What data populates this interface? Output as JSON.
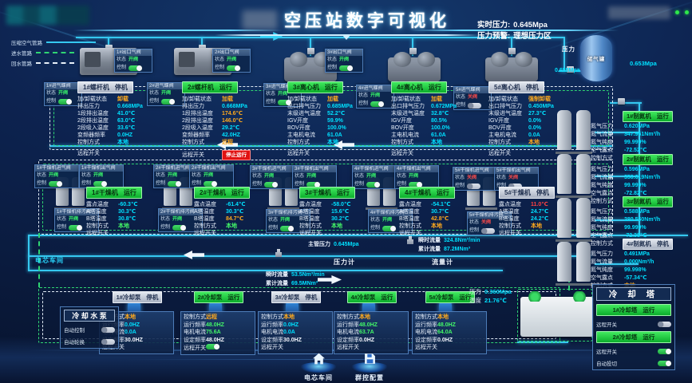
{
  "header": {
    "title": "空压站数字可视化",
    "stats": [
      {
        "label": "实时压力:",
        "value": "0.645Mpa"
      },
      {
        "label": "压力预警:",
        "value": "理想压力区"
      }
    ]
  },
  "legend": [
    {
      "label": "压缩空气管路"
    },
    {
      "label": "进水管路"
    },
    {
      "label": "回水管路"
    }
  ],
  "common": {
    "state_label": "状态",
    "control_label": "控制",
    "open_text": "开阀",
    "closed_text": "关阀",
    "remote_switch": "远程开关"
  },
  "compressors": [
    {
      "name": "1#螺杆机",
      "status": "停机",
      "running": false,
      "rows": [
        {
          "l": "加/卸载状态",
          "v": "卸载",
          "c": "orange"
        },
        {
          "l": "排出压力",
          "v": "0.668MPa",
          "c": "cyan"
        },
        {
          "l": "1段排出温度",
          "v": "41.0℃",
          "c": "cyan"
        },
        {
          "l": "2段排出温度",
          "v": "63.0℃",
          "c": "cyan"
        },
        {
          "l": "2段吸入温度",
          "v": "33.6℃",
          "c": "cyan"
        },
        {
          "l": "变频器频率",
          "v": "0.0HZ",
          "c": "cyan"
        },
        {
          "l": "控制方式",
          "v": "本地",
          "c": "cyan"
        }
      ]
    },
    {
      "name": "2#螺杆机",
      "status": "运行",
      "running": true,
      "stop_button": "停止运行",
      "rows": [
        {
          "l": "加/卸载状态",
          "v": "加载",
          "c": "orange"
        },
        {
          "l": "排出压力",
          "v": "0.668MPa",
          "c": "cyan"
        },
        {
          "l": "1段排出温度",
          "v": "174.6℃",
          "c": "orange"
        },
        {
          "l": "2段排出温度",
          "v": "146.0℃",
          "c": "orange"
        },
        {
          "l": "2段吸入温度",
          "v": "29.2℃",
          "c": "cyan"
        },
        {
          "l": "变频器频率",
          "v": "42.0HZ",
          "c": "cyan"
        },
        {
          "l": "控制方式",
          "v": "远程",
          "c": "orange"
        }
      ]
    },
    {
      "name": "3#离心机",
      "status": "运行",
      "running": true,
      "rows": [
        {
          "l": "加/卸载状态",
          "v": "加载",
          "c": "orange"
        },
        {
          "l": "出口排气压力",
          "v": "0.685MPa",
          "c": "cyan"
        },
        {
          "l": "末级进气温度",
          "v": "52.2℃",
          "c": "cyan"
        },
        {
          "l": "IGV开度",
          "v": "59.9%",
          "c": "cyan"
        },
        {
          "l": "BOV开度",
          "v": "100.0%",
          "c": "cyan"
        },
        {
          "l": "主电机电流",
          "v": "61.0A",
          "c": "cyan"
        },
        {
          "l": "控制方式",
          "v": "本地",
          "c": "cyan"
        }
      ]
    },
    {
      "name": "4#离心机",
      "status": "运行",
      "running": true,
      "rows": [
        {
          "l": "加/卸载状态",
          "v": "加载",
          "c": "orange"
        },
        {
          "l": "出口排气压力",
          "v": "0.672MPa",
          "c": "cyan"
        },
        {
          "l": "末级进气温度",
          "v": "32.8℃",
          "c": "cyan"
        },
        {
          "l": "IGV开度",
          "v": "80.5%",
          "c": "cyan"
        },
        {
          "l": "BOV开度",
          "v": "100.0%",
          "c": "cyan"
        },
        {
          "l": "主电机电流",
          "v": "61.0A",
          "c": "cyan"
        },
        {
          "l": "控制方式",
          "v": "本地",
          "c": "cyan"
        }
      ]
    },
    {
      "name": "5#离心机",
      "status": "停机",
      "running": false,
      "rows": [
        {
          "l": "加/卸载状态",
          "v": "强制卸载",
          "c": "orange"
        },
        {
          "l": "出口排气压力",
          "v": "0.450MPa",
          "c": "cyan"
        },
        {
          "l": "末级进气温度",
          "v": "27.3℃",
          "c": "cyan"
        },
        {
          "l": "IGV开度",
          "v": "0.0%",
          "c": "cyan"
        },
        {
          "l": "BOV开度",
          "v": "0.0%",
          "c": "cyan"
        },
        {
          "l": "主电机电流",
          "v": "0.0A",
          "c": "cyan"
        },
        {
          "l": "控制方式",
          "v": "本地",
          "c": "orange"
        }
      ]
    }
  ],
  "top_valves": [
    {
      "name": "1#进气蝶阀",
      "open": true
    },
    {
      "name": "1#出口气阀",
      "open": true
    },
    {
      "name": "2#进气蝶阀",
      "open": true
    },
    {
      "name": "2#出口气阀",
      "open": true
    },
    {
      "name": "3#进气蝶阀",
      "open": true
    },
    {
      "name": "3#出口气阀",
      "open": true
    },
    {
      "name": "4#进气蝶阀",
      "open": true
    },
    {
      "name": "5#进气蝶阀",
      "open": false
    }
  ],
  "dryers": [
    {
      "name": "1#干燥机",
      "status": "运行",
      "running": true,
      "rows": [
        {
          "l": "露点温度",
          "v": "-60.3℃",
          "c": "cyan"
        },
        {
          "l": "A塔温度",
          "v": "30.3℃",
          "c": "cyan"
        },
        {
          "l": "B塔温度",
          "v": "30.8℃",
          "c": "cyan"
        },
        {
          "l": "控制方式",
          "v": "本地",
          "c": "green"
        }
      ]
    },
    {
      "name": "2#干燥机",
      "status": "运行",
      "running": true,
      "rows": [
        {
          "l": "露点温度",
          "v": "-61.4℃",
          "c": "cyan"
        },
        {
          "l": "A塔温度",
          "v": "30.3℃",
          "c": "cyan"
        },
        {
          "l": "B塔温度",
          "v": "84.7℃",
          "c": "orange"
        },
        {
          "l": "控制方式",
          "v": "本地",
          "c": "green"
        }
      ]
    },
    {
      "name": "3#干燥机",
      "status": "运行",
      "running": true,
      "rows": [
        {
          "l": "露点温度",
          "v": "-58.0℃",
          "c": "cyan"
        },
        {
          "l": "A塔温度",
          "v": "15.6℃",
          "c": "cyan"
        },
        {
          "l": "B塔温度",
          "v": "30.2℃",
          "c": "cyan"
        },
        {
          "l": "控制方式",
          "v": "本地",
          "c": "green"
        }
      ]
    },
    {
      "name": "4#干燥机",
      "status": "运行",
      "running": true,
      "rows": [
        {
          "l": "露点温度",
          "v": "-54.1℃",
          "c": "cyan"
        },
        {
          "l": "A塔温度",
          "v": "30.7℃",
          "c": "cyan"
        },
        {
          "l": "B塔温度",
          "v": "42.8℃",
          "c": "orange"
        },
        {
          "l": "控制方式",
          "v": "本地",
          "c": "orange"
        }
      ]
    },
    {
      "name": "5#干燥机",
      "status": "停机",
      "running": false,
      "rows": [
        {
          "l": "露点温度",
          "v": "11.0℃",
          "c": "red"
        },
        {
          "l": "A塔温度",
          "v": "24.7℃",
          "c": "cyan"
        },
        {
          "l": "B塔温度",
          "v": "24.2℃",
          "c": "cyan"
        },
        {
          "l": "控制方式",
          "v": "本地",
          "c": "orange"
        }
      ]
    }
  ],
  "dryer_valves": [
    {
      "name": "1#干燥机进气阀",
      "open": true
    },
    {
      "name": "1#干燥机出气阀",
      "open": true
    },
    {
      "name": "1#干燥机排污阀",
      "open": true
    },
    {
      "name": "2#干燥机进气阀",
      "open": true
    },
    {
      "name": "2#干燥机出气阀",
      "open": true
    },
    {
      "name": "2#干燥机排污阀",
      "open": true
    },
    {
      "name": "3#干燥机进气阀",
      "open": true
    },
    {
      "name": "3#干燥机出气阀",
      "open": true
    },
    {
      "name": "3#干燥机排污阀",
      "open": true
    },
    {
      "name": "4#干燥机进气阀",
      "open": true
    },
    {
      "name": "4#干燥机出气阀",
      "open": true
    },
    {
      "name": "4#干燥机排污阀",
      "open": true
    },
    {
      "name": "5#干燥机进气阀",
      "open": false
    },
    {
      "name": "5#干燥机出气阀",
      "open": false
    },
    {
      "name": "5#干燥机排污阀",
      "open": false
    }
  ],
  "nitrogen": [
    {
      "name": "1#制氮机",
      "status": "运行",
      "running": true,
      "rows": [
        {
          "l": "氮气压力",
          "v": "0.620MPa",
          "c": "cyan"
        },
        {
          "l": "氮气流量",
          "v": "347.961Nm³/h",
          "c": "cyan"
        },
        {
          "l": "氮气纯度",
          "v": "99.999%",
          "c": "cyan"
        },
        {
          "l": "空气露点",
          "v": "-72.52℃",
          "c": "cyan"
        },
        {
          "l": "控制方式",
          "v": "本地",
          "c": "orange"
        }
      ]
    },
    {
      "name": "2#制氮机",
      "status": "运行",
      "running": true,
      "rows": [
        {
          "l": "氮气压力",
          "v": "0.596MPa",
          "c": "cyan"
        },
        {
          "l": "氮气流量",
          "v": "350.619Nm³/h",
          "c": "cyan"
        },
        {
          "l": "氮气纯度",
          "v": "99.999%",
          "c": "cyan"
        },
        {
          "l": "空气露点",
          "v": "-72.82℃",
          "c": "cyan"
        },
        {
          "l": "控制方式",
          "v": "本地",
          "c": "orange"
        }
      ]
    },
    {
      "name": "3#制氮机",
      "status": "运行",
      "running": true,
      "rows": [
        {
          "l": "氮气压力",
          "v": "0.588MPa",
          "c": "cyan"
        },
        {
          "l": "氮气流量",
          "v": "280.550Nm³/h",
          "c": "cyan"
        },
        {
          "l": "氮气纯度",
          "v": "99.999%",
          "c": "cyan"
        },
        {
          "l": "空气露点",
          "v": "-72.38℃",
          "c": "cyan"
        },
        {
          "l": "控制方式",
          "v": "本地",
          "c": "orange"
        }
      ]
    },
    {
      "name": "4#制氮机",
      "status": "停机",
      "running": false,
      "rows": [
        {
          "l": "氮气压力",
          "v": "0.491MPa",
          "c": "cyan"
        },
        {
          "l": "氮气流量",
          "v": "0.000Nm³/h",
          "c": "cyan"
        },
        {
          "l": "氮气纯度",
          "v": "99.998%",
          "c": "cyan"
        },
        {
          "l": "空气露点",
          "v": "-57.34℃",
          "c": "cyan"
        },
        {
          "l": "控制方式",
          "v": "本地",
          "c": "orange"
        }
      ]
    }
  ],
  "tank": {
    "label": "储气罐",
    "pressure_label": "压力",
    "in_pressure": "0.658Mpa",
    "out_pressure": "0.653Mpa"
  },
  "meters": {
    "main_pressure_label": "主管压力",
    "main_pressure": "0.645Mpa",
    "pressure_gauge": "压力计",
    "flow_gauge": "流量计",
    "main_flow": {
      "inst_label": "瞬时流量",
      "inst": "324.8Nm³/min",
      "total_label": "累计流量",
      "total": "87.2MNm³"
    },
    "branch_flow": {
      "inst_label": "瞬时流量",
      "inst": "53.5Nm³/min",
      "total_label": "累计流量",
      "total": "69.5MNm³"
    },
    "workshop": "电芯车间"
  },
  "pumps": [
    {
      "name": "1#冷却泵",
      "status": "停机",
      "running": false,
      "switch_on": null,
      "rows": [
        {
          "l": "控制方式",
          "v": "本地",
          "c": "orange"
        },
        {
          "l": "运行频率",
          "v": "0.0HZ",
          "c": "cyan"
        },
        {
          "l": "电机电流",
          "v": "0.0A",
          "c": "cyan"
        },
        {
          "l": "设定频率",
          "v": "30.0HZ",
          "c": "white"
        }
      ]
    },
    {
      "name": "2#冷却泵",
      "status": "运行",
      "running": true,
      "switch_on": true,
      "rows": [
        {
          "l": "控制方式",
          "v": "远程",
          "c": "orange"
        },
        {
          "l": "运行频率",
          "v": "48.0HZ",
          "c": "green"
        },
        {
          "l": "电机电流",
          "v": "75.6A",
          "c": "green"
        },
        {
          "l": "设定频率",
          "v": "48.0HZ",
          "c": "white"
        }
      ]
    },
    {
      "name": "3#冷却泵",
      "status": "停机",
      "running": false,
      "switch_on": null,
      "rows": [
        {
          "l": "控制方式",
          "v": "本地",
          "c": "orange"
        },
        {
          "l": "运行频率",
          "v": "0.0HZ",
          "c": "cyan"
        },
        {
          "l": "电机电流",
          "v": "0.0A",
          "c": "cyan"
        },
        {
          "l": "设定频率",
          "v": "30.0HZ",
          "c": "white"
        }
      ]
    },
    {
      "name": "4#冷却泵",
      "status": "运行",
      "running": true,
      "switch_on": null,
      "rows": [
        {
          "l": "控制方式",
          "v": "本地",
          "c": "orange"
        },
        {
          "l": "运行频率",
          "v": "48.0HZ",
          "c": "green"
        },
        {
          "l": "电机电流",
          "v": "63.7A",
          "c": "green"
        },
        {
          "l": "设定频率",
          "v": "0.0HZ",
          "c": "white"
        }
      ]
    },
    {
      "name": "5#冷却泵",
      "status": "运行",
      "running": true,
      "switch_on": null,
      "rows": [
        {
          "l": "控制方式",
          "v": "本地",
          "c": "orange"
        },
        {
          "l": "运行频率",
          "v": "48.0HZ",
          "c": "green"
        },
        {
          "l": "电机电流",
          "v": "64.0A",
          "c": "green"
        },
        {
          "l": "设定频率",
          "v": "0.0HZ",
          "c": "white"
        }
      ]
    }
  ],
  "pump_station": {
    "title": "冷 却 水 泵",
    "switches": [
      {
        "label": "自动控制",
        "on": false
      },
      {
        "label": "自动轮换",
        "on": false
      }
    ]
  },
  "tower": {
    "title": "冷 却 塔",
    "readings": [
      {
        "label": "压力",
        "value": "0.360Mpa"
      },
      {
        "label": "温度",
        "value": "21.76℃"
      }
    ],
    "units": [
      {
        "name": "1#冷却塔",
        "status": "运行",
        "running": true,
        "switches": [
          {
            "label": "远程开关",
            "on": false
          }
        ]
      },
      {
        "name": "2#冷却塔",
        "status": "运行",
        "running": true,
        "switches": [
          {
            "label": "远程开关",
            "on": true
          },
          {
            "label": "自动投切",
            "on": true
          }
        ]
      }
    ]
  },
  "nav": [
    {
      "label": "电芯车间"
    },
    {
      "label": "群控配置"
    }
  ]
}
